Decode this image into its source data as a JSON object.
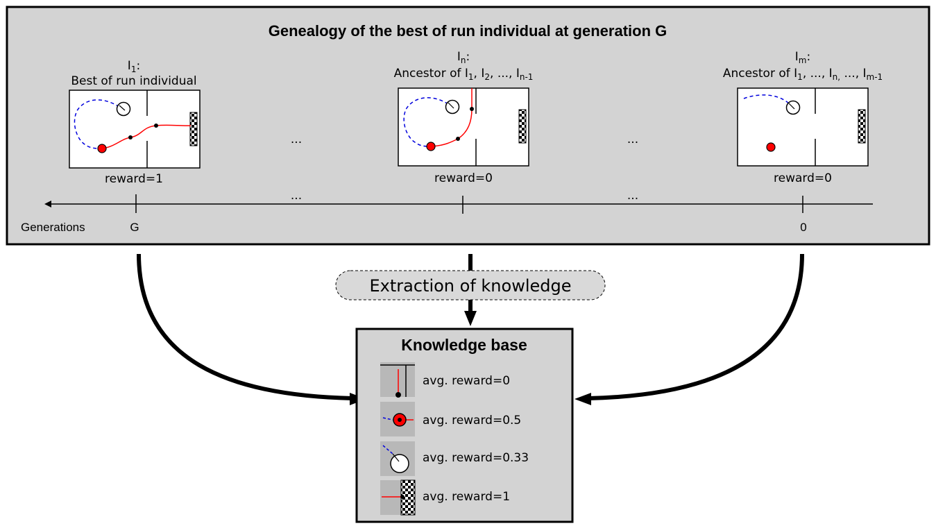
{
  "title": "Genealogy of the best of run individual at generation G",
  "individuals": [
    {
      "label_main": "I",
      "label_sub": "1",
      "label_suffix": ":",
      "desc": "Best of run individual",
      "reward": "reward=1"
    },
    {
      "label_main": "I",
      "label_sub": "n",
      "label_suffix": ":",
      "desc_parts": [
        "Ancestor of I",
        "1",
        ", I",
        "2",
        ", ..., I",
        "n-1"
      ],
      "reward": "reward=0"
    },
    {
      "label_main": "I",
      "label_sub": "m",
      "label_suffix": ":",
      "desc_parts": [
        "Ancestor of I",
        "1",
        ", ..., I",
        "n,",
        " ..., I",
        "m-1"
      ],
      "reward": "reward=0"
    }
  ],
  "ellipsis": "...",
  "axis": {
    "name": "Generations",
    "left_tick": "G",
    "right_tick": "0"
  },
  "process": "Extraction of knowledge",
  "knowledge_base": {
    "title": "Knowledge base",
    "entries": [
      {
        "icon": "wall-icon",
        "label": "avg. reward=0"
      },
      {
        "icon": "ball-icon",
        "label": "avg. reward=0.5"
      },
      {
        "icon": "start-circle-icon",
        "label": "avg. reward=0.33"
      },
      {
        "icon": "goal-icon",
        "label": "avg. reward=1"
      }
    ]
  },
  "colors": {
    "panel": "#d3d3d3",
    "red": "#ff0000",
    "blue": "#0000dd",
    "dark": "#000000"
  }
}
